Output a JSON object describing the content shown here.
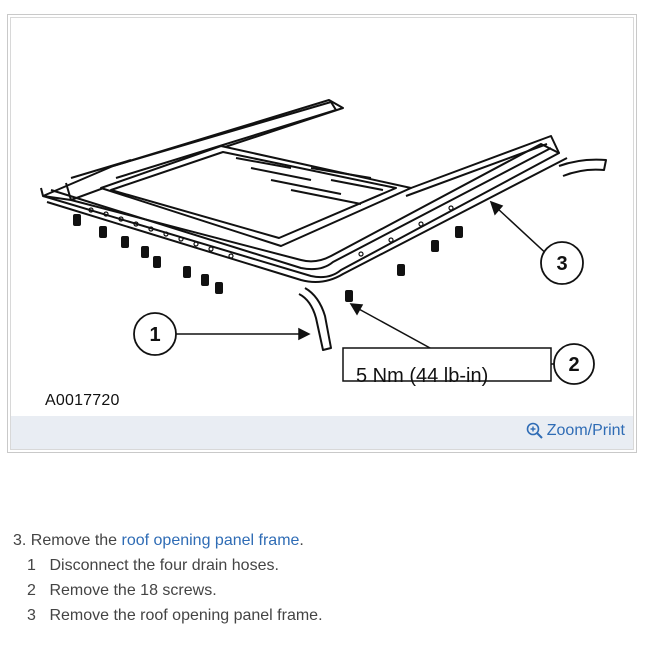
{
  "figure": {
    "id_label": "A0017720",
    "torque_spec": "5 Nm (44 lb-in)",
    "callouts": [
      "1",
      "2",
      "3"
    ],
    "zoom_label": "Zoom/Print",
    "zoom_icon": "zoom-in-icon",
    "link_color": "#2f6cb5",
    "footer_color": "#e9edf3"
  },
  "instructions": {
    "step_number": "3.",
    "step_prefix": "Remove the",
    "step_link": "roof opening panel frame",
    "step_suffix": ".",
    "substeps": [
      {
        "num": "1",
        "text": "Disconnect the four drain hoses."
      },
      {
        "num": "2",
        "text": "Remove the 18 screws."
      },
      {
        "num": "3",
        "text": "Remove the roof opening panel frame."
      }
    ]
  }
}
